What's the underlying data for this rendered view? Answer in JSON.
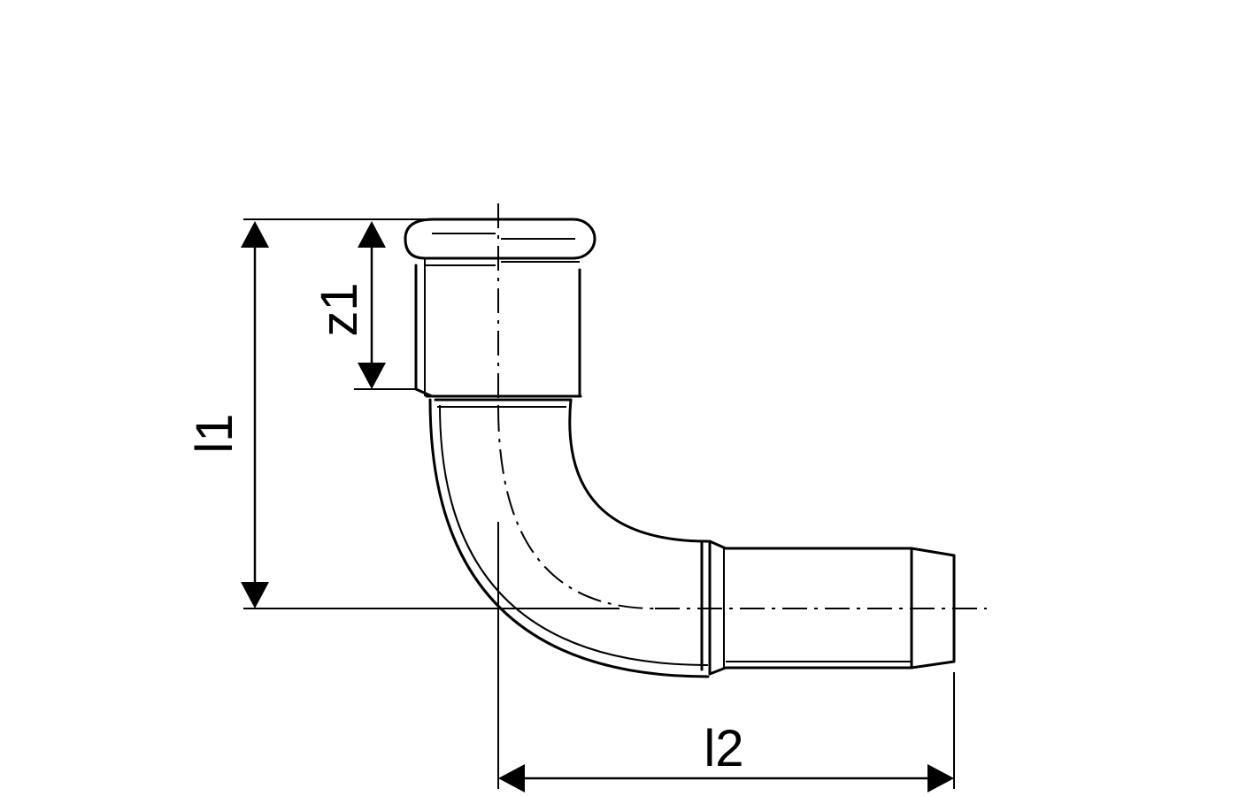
{
  "dimensions": {
    "l1": "l1",
    "z1": "z1",
    "l2": "l2"
  }
}
